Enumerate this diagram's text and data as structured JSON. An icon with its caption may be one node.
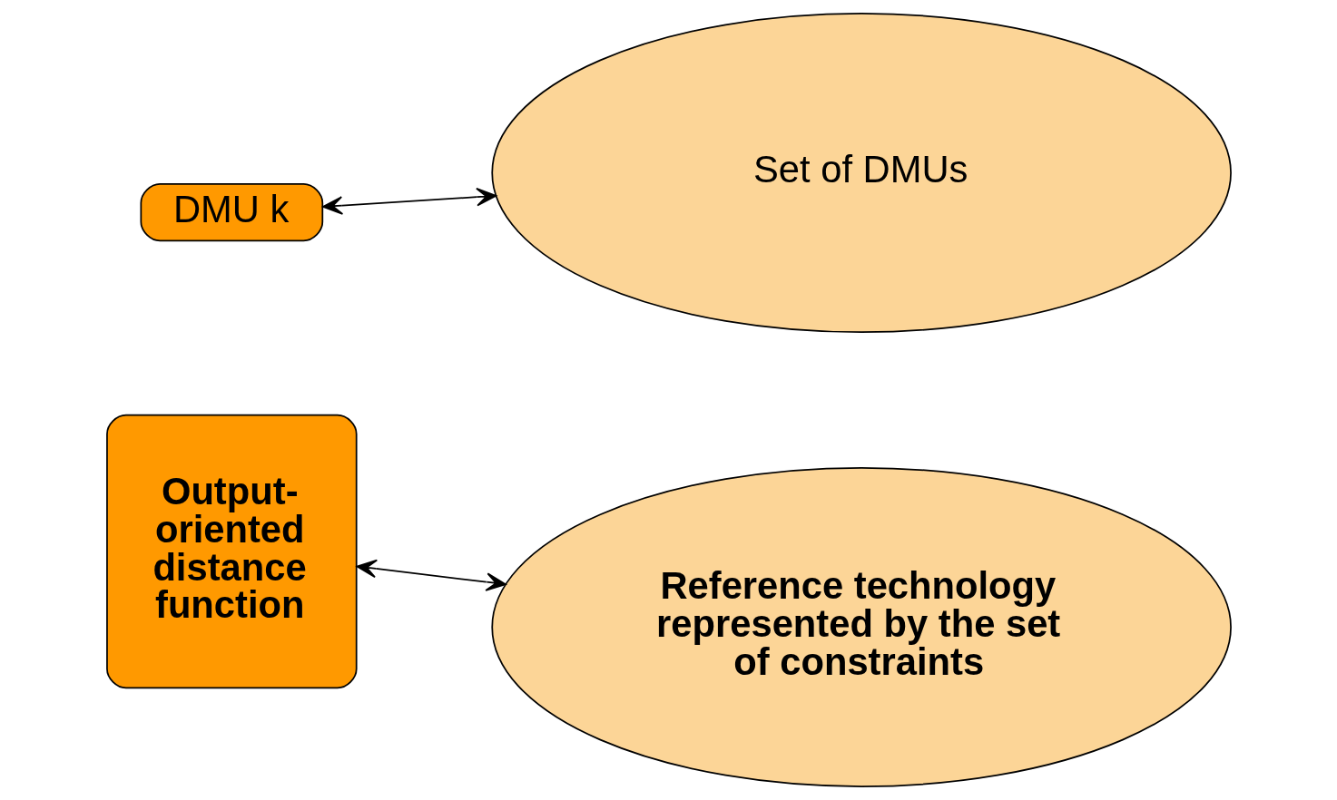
{
  "diagram": {
    "nodes": [
      {
        "text": [
          "DMU k"
        ]
      },
      {
        "text": [
          "Set of DMUs"
        ]
      },
      {
        "text": [
          "Output-oriented distance function"
        ]
      },
      {
        "text": [
          "Reference technology represented by the set of constraints"
        ]
      }
    ],
    "edges": [
      {
        "from": 0,
        "to": 1,
        "arrow": "both"
      },
      {
        "from": 2,
        "to": 3,
        "arrow": "both"
      }
    ]
  }
}
